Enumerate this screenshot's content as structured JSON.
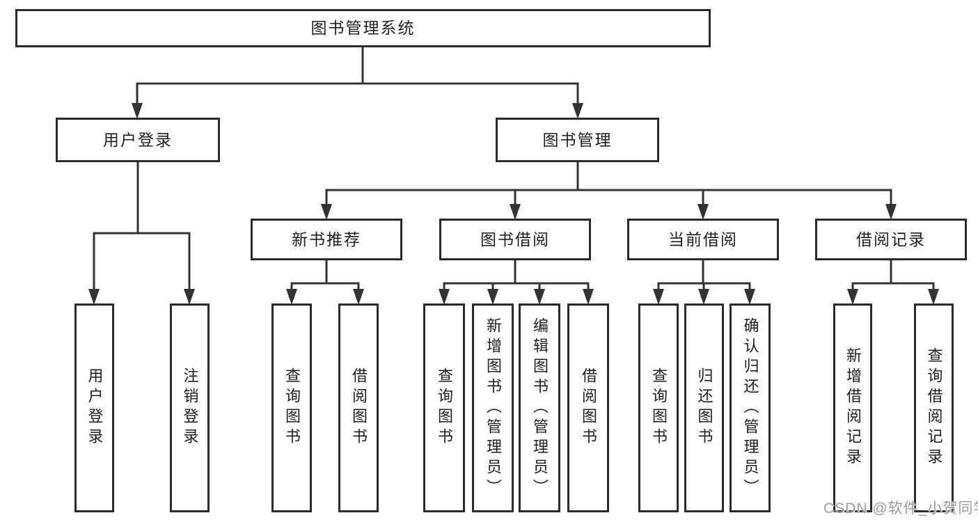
{
  "diagram_type": "hierarchy-tree",
  "colors": {
    "background": "#ffffff",
    "line": "#333333",
    "box_border": "#2b2b2b",
    "text": "#1f1f1f",
    "watermark": "#9c9ca2"
  },
  "tree": {
    "label": "图书管理系统",
    "children": [
      {
        "label": "用户登录",
        "children": [
          {
            "label": "用户登录"
          },
          {
            "label": "注销登录"
          }
        ]
      },
      {
        "label": "图书管理",
        "children": [
          {
            "label": "新书推荐",
            "children": [
              {
                "label": "查询图书"
              },
              {
                "label": "借阅图书"
              }
            ]
          },
          {
            "label": "图书借阅",
            "children": [
              {
                "label": "查询图书"
              },
              {
                "label": "新增图书（管理员）"
              },
              {
                "label": "编辑图书（管理员）"
              },
              {
                "label": "借阅图书"
              }
            ]
          },
          {
            "label": "当前借阅",
            "children": [
              {
                "label": "查询图书"
              },
              {
                "label": "归还图书"
              },
              {
                "label": "确认归还（管理员）"
              }
            ]
          },
          {
            "label": "借阅记录",
            "children": [
              {
                "label": "新增借阅记录"
              },
              {
                "label": "查询借阅记录"
              }
            ]
          }
        ]
      }
    ]
  },
  "watermark": {
    "text": "CSDN @软件_小贺同学"
  }
}
